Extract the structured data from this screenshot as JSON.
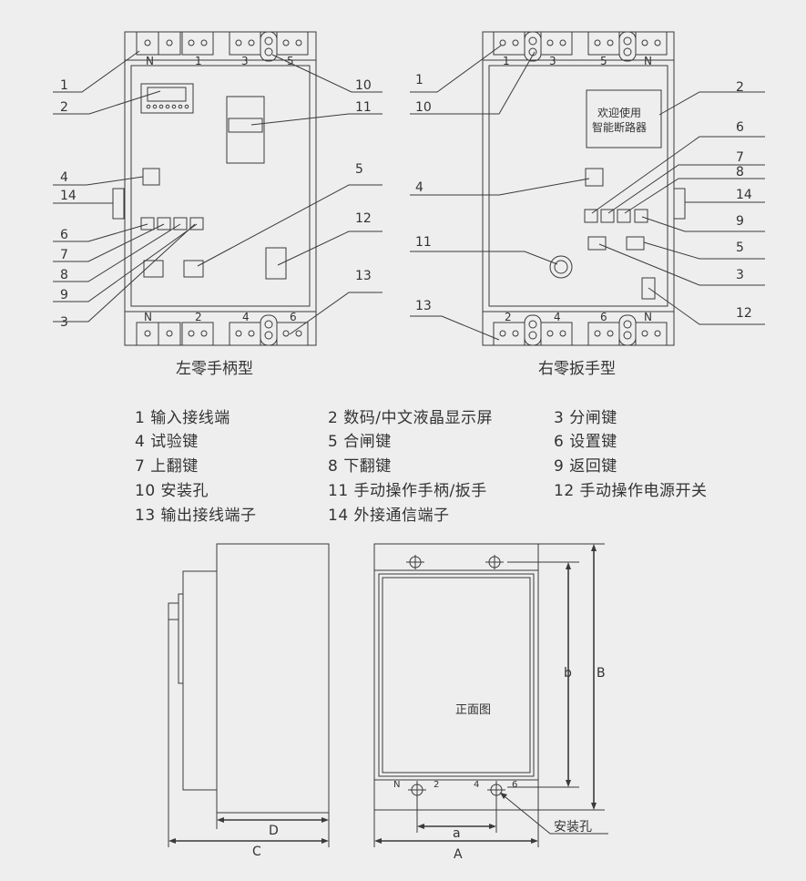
{
  "left_panel": {
    "title": "左零手柄型",
    "terminals_top": [
      "N",
      "1",
      "3",
      "5"
    ],
    "terminals_bottom": [
      "N",
      "2",
      "4",
      "6"
    ],
    "callouts_left": [
      "1",
      "2",
      "4",
      "14",
      "6",
      "7",
      "8",
      "9",
      "3"
    ],
    "callouts_right": [
      "10",
      "11",
      "5",
      "12",
      "13"
    ]
  },
  "right_panel": {
    "title": "右零扳手型",
    "terminals_top": [
      "1",
      "3",
      "5",
      "N"
    ],
    "terminals_bottom": [
      "2",
      "4",
      "6",
      "N"
    ],
    "display_text": [
      "欢迎使用",
      "智能断路器"
    ],
    "callouts_left": [
      "1",
      "10",
      "4",
      "11",
      "13"
    ],
    "callouts_right": [
      "2",
      "6",
      "7",
      "8",
      "14",
      "9",
      "5",
      "3",
      "12"
    ]
  },
  "legend": [
    [
      "1 输入接线端",
      "2 数码/中文液晶显示屏",
      "3 分闸键"
    ],
    [
      "4 试验键",
      "5 合闸键",
      "6 设置键"
    ],
    [
      "7 上翻键",
      "8 下翻键",
      "9 返回键"
    ],
    [
      "10 安装孔",
      "11 手动操作手柄/扳手",
      "12 手动操作电源开关"
    ],
    [
      "13 输出接线端子",
      "14 外接通信端子",
      ""
    ]
  ],
  "dimensions": {
    "front_label": "正面图",
    "front_terminals": [
      "N",
      "2",
      "4",
      "6"
    ],
    "mount_label": "安装孔",
    "d": "D",
    "c": "C",
    "a": "a",
    "b": "b",
    "A": "A",
    "B": "B"
  }
}
